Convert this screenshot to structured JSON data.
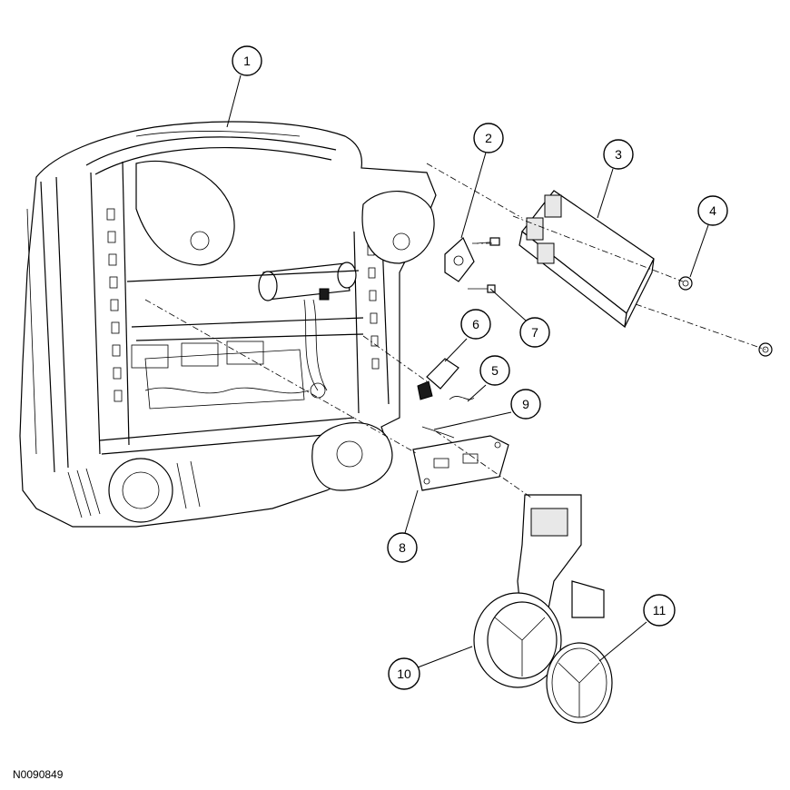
{
  "figure_id": "N0090849",
  "callouts": [
    {
      "number": "1"
    },
    {
      "number": "2"
    },
    {
      "number": "3"
    },
    {
      "number": "4"
    },
    {
      "number": "5"
    },
    {
      "number": "6"
    },
    {
      "number": "7"
    },
    {
      "number": "8"
    },
    {
      "number": "9"
    },
    {
      "number": "10"
    },
    {
      "number": "11"
    }
  ]
}
